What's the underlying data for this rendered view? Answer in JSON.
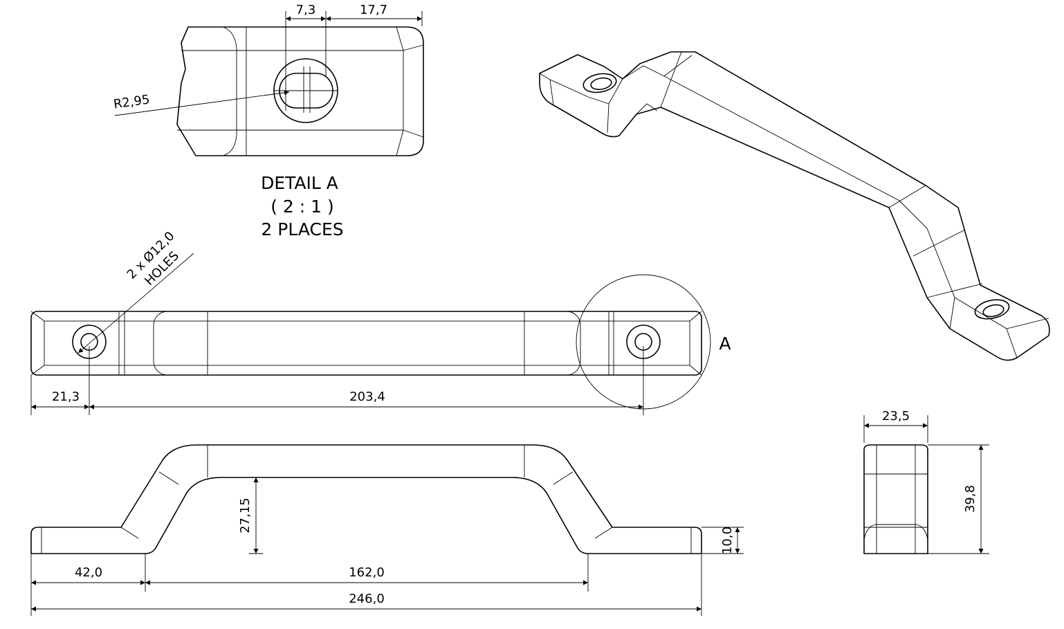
{
  "detail": {
    "title": "DETAIL A",
    "scale": "( 2 : 1 )",
    "qty": "2 PLACES",
    "dim_hole": "7,3",
    "dim_end": "17,7",
    "radius": "R2,95",
    "label": "A"
  },
  "top_view": {
    "hole_note_1": "2 x Ø12,0",
    "hole_note_2": "HOLES",
    "dim_left": "21,3",
    "dim_pitch": "203,4"
  },
  "side_view": {
    "dim_height": "27,15",
    "dim_thick": "10,0",
    "dim_foot": "42,0",
    "dim_span": "162,0",
    "dim_total": "246,0"
  },
  "end_view": {
    "dim_width": "23,5",
    "dim_height": "39,8"
  }
}
